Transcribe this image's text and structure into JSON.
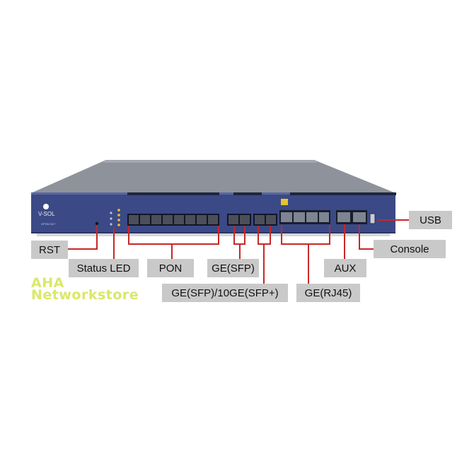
{
  "device": {
    "brand": "V-SOL",
    "model": "GPON OLT"
  },
  "callouts": {
    "usb": "USB",
    "rst": "RST",
    "console": "Console",
    "status_led": "Status LED",
    "pon": "PON",
    "ge_sfp": "GE(SFP)",
    "aux": "AUX",
    "ge_sfp_10ge": "GE(SFP)/10GE(SFP+)",
    "ge_rj45": "GE(RJ45)"
  },
  "watermark": {
    "line1": "AHA",
    "line2": "Networkstore"
  },
  "colors": {
    "leader_line": "#c62828",
    "label_bg": "#c9c9c9",
    "chassis_front": "#3b4a86",
    "watermark": "#d9e86a"
  }
}
